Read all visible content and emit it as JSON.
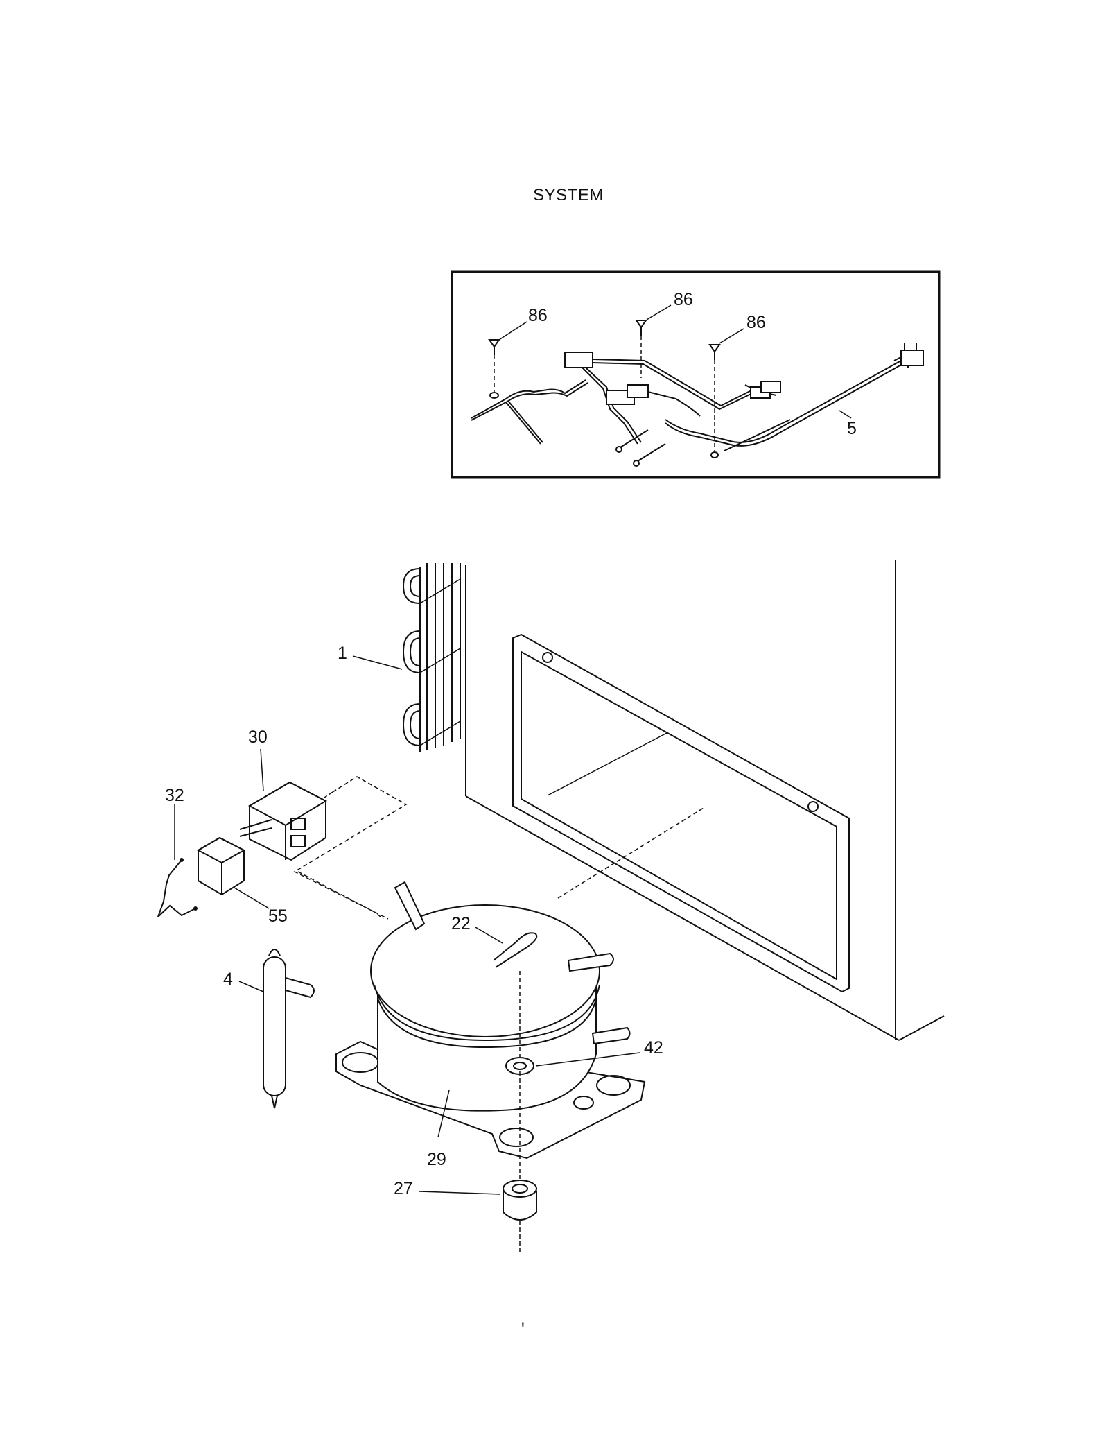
{
  "title": "SYSTEM",
  "callouts": {
    "screw_a": "86",
    "screw_b": "86",
    "screw_c": "86",
    "harness": "5",
    "condenser": "1",
    "relay": "30",
    "clip": "32",
    "overload": "55",
    "drier": "4",
    "cap": "22",
    "grommet": "42",
    "compressor": "29",
    "mount": "27"
  },
  "footer_mark": "'"
}
